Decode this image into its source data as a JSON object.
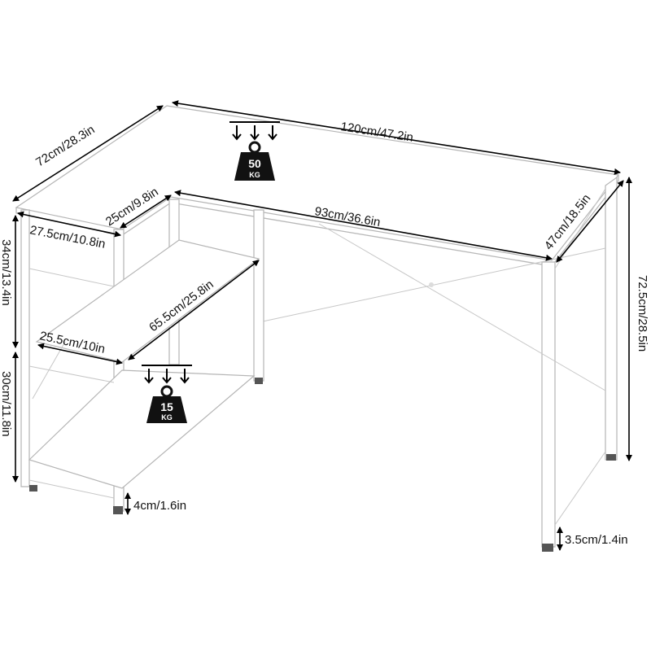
{
  "colors": {
    "line": "#000000",
    "frame": "#b5b5b5",
    "weight_icon": "#111111"
  },
  "weights": [
    {
      "value": "50",
      "unit": "KG",
      "icon": "weight-icon"
    },
    {
      "value": "15",
      "unit": "KG",
      "icon": "weight-icon"
    }
  ],
  "dimensions": {
    "top_length": "120cm/47.2in",
    "side_depth": "72cm/28.3in",
    "inner_length": "93cm/36.6in",
    "right_depth": "47cm/18.5in",
    "height": "72.5cm/28.5in",
    "shelf_width": "25cm/9.8in",
    "shelf_depth": "27.5cm/10.8in",
    "shelf_upper_height": "34cm/13.4in",
    "shelf_lower_height": "30cm/11.8in",
    "shelf_length": "65.5cm/25.8in",
    "shelf_mid_width": "25.5cm/10in",
    "foot_left": "4cm/1.6in",
    "foot_right": "3.5cm/1.4in"
  }
}
